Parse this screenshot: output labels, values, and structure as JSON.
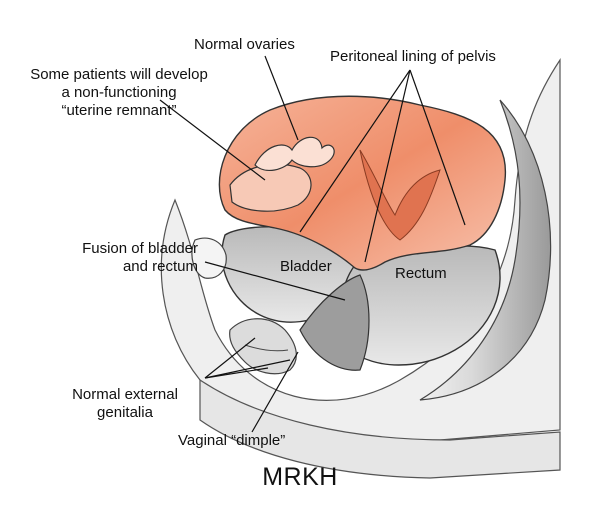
{
  "title": "MRKH",
  "labels": {
    "ovaries": "Normal ovaries",
    "peritoneal": "Peritoneal lining of pelvis",
    "remnant_1": "Some patients will develop",
    "remnant_2": "a non-functioning",
    "remnant_3": "“uterine remnant”",
    "fusion_1": "Fusion of bladder",
    "fusion_2": "and rectum",
    "bladder": "Bladder",
    "rectum": "Rectum",
    "genitalia_1": "Normal external",
    "genitalia_2": "genitalia",
    "dimple": "Vaginal “dimple”"
  },
  "colors": {
    "peritoneum": "#f2a07f",
    "peritoneum_dark": "#e8774f",
    "tissue_gray": "#cfcfcf",
    "tissue_dark": "#8a8a8a",
    "outline": "#333333"
  }
}
